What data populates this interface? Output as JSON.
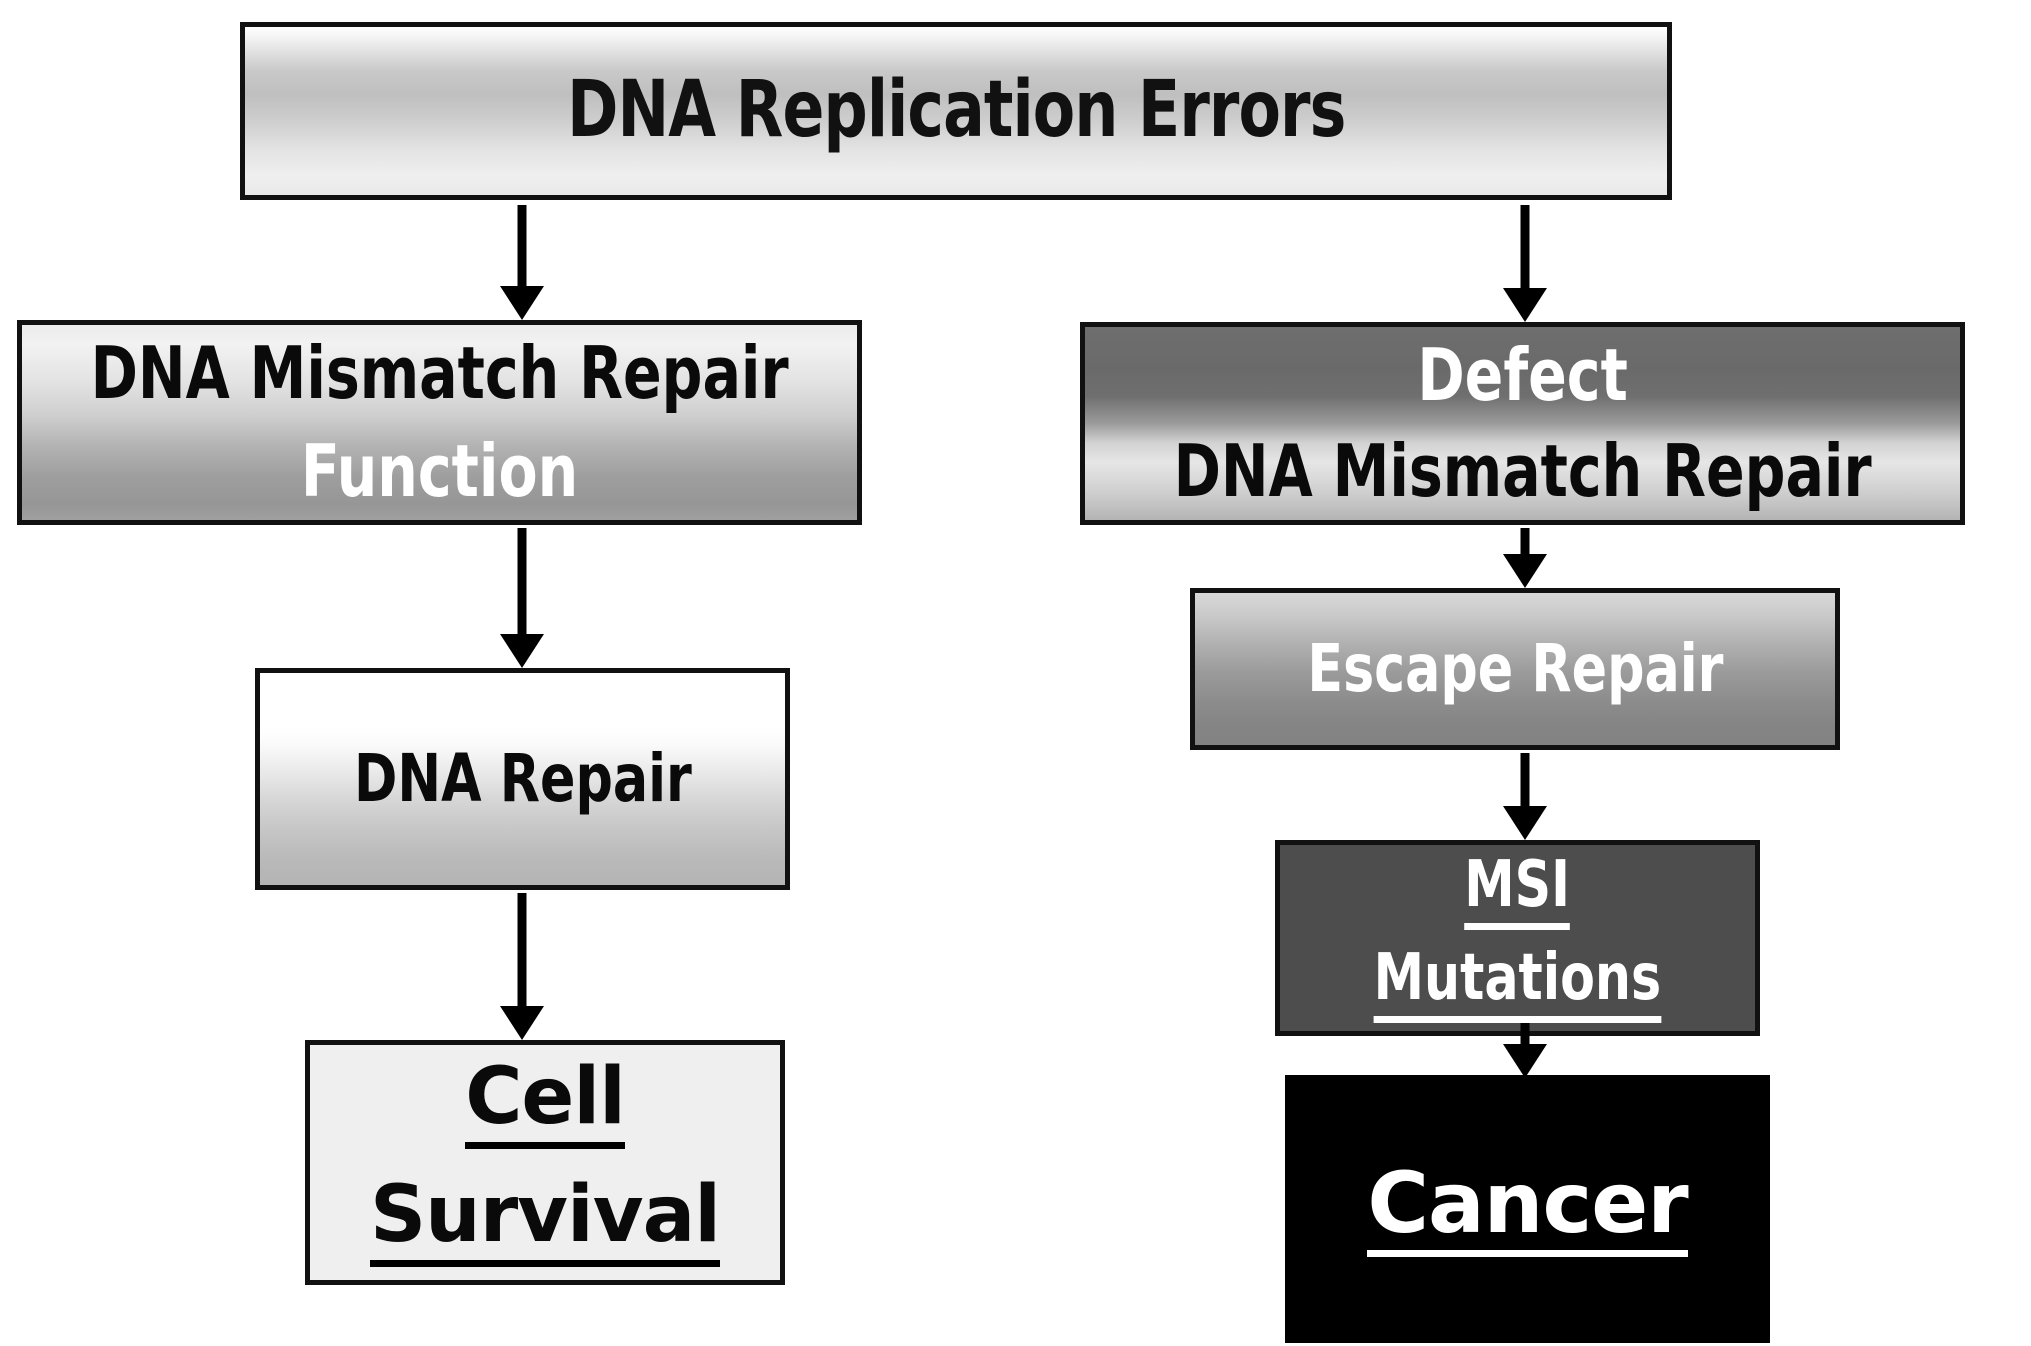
{
  "diagram": {
    "title": "DNA mismatch repair pathway flowchart",
    "background": "#ffffff",
    "nodes": {
      "replication_errors": {
        "label": "DNA Replication Errors",
        "text_color": "#111111",
        "fill": "gradient-white-gray"
      },
      "mmr_function": {
        "line1": "DNA Mismatch Repair",
        "line2": "Function",
        "line1_color": "#0a0a0a",
        "line2_color": "#ffffff",
        "fill": "gradient-light-to-dark"
      },
      "defect_mmr": {
        "line1": "Defect",
        "line2": "DNA Mismatch Repair",
        "line1_color": "#ffffff",
        "line2_color": "#0a0a0a",
        "fill": "gradient-dark-to-light"
      },
      "dna_repair": {
        "label": "DNA Repair",
        "text_color": "#0a0a0a",
        "fill": "gradient-white-to-gray"
      },
      "escape_repair": {
        "label": "Escape Repair",
        "text_color": "#ffffff",
        "fill": "gradient-lightgray-to-gray"
      },
      "msi_mutations": {
        "line1": "MSI",
        "line2": "Mutations",
        "text_color": "#ffffff",
        "fill": "#4d4d4d",
        "underlined": true
      },
      "cell_survival": {
        "line1": "Cell",
        "line2": "Survival",
        "text_color": "#0a0a0a",
        "fill": "#efefef",
        "underlined": true
      },
      "cancer": {
        "label": "Cancer",
        "text_color": "#ffffff",
        "fill": "#000000",
        "underlined": true
      }
    },
    "edges": [
      {
        "from": "replication_errors",
        "to": "mmr_function",
        "style": "arrow-down"
      },
      {
        "from": "replication_errors",
        "to": "defect_mmr",
        "style": "arrow-down"
      },
      {
        "from": "mmr_function",
        "to": "dna_repair",
        "style": "arrow-down"
      },
      {
        "from": "defect_mmr",
        "to": "escape_repair",
        "style": "arrow-down"
      },
      {
        "from": "dna_repair",
        "to": "cell_survival",
        "style": "arrow-down"
      },
      {
        "from": "escape_repair",
        "to": "msi_mutations",
        "style": "arrow-down"
      },
      {
        "from": "msi_mutations",
        "to": "cancer",
        "style": "arrow-down"
      }
    ]
  }
}
